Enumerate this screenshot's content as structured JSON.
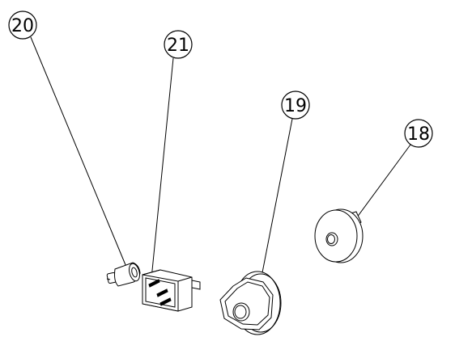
{
  "callouts": [
    {
      "id": "20",
      "label": "20"
    },
    {
      "id": "21",
      "label": "21"
    },
    {
      "id": "19",
      "label": "19"
    },
    {
      "id": "18",
      "label": "18"
    }
  ],
  "colors": {
    "line": "#000000",
    "background": "#ffffff",
    "hatch": "#000000"
  }
}
